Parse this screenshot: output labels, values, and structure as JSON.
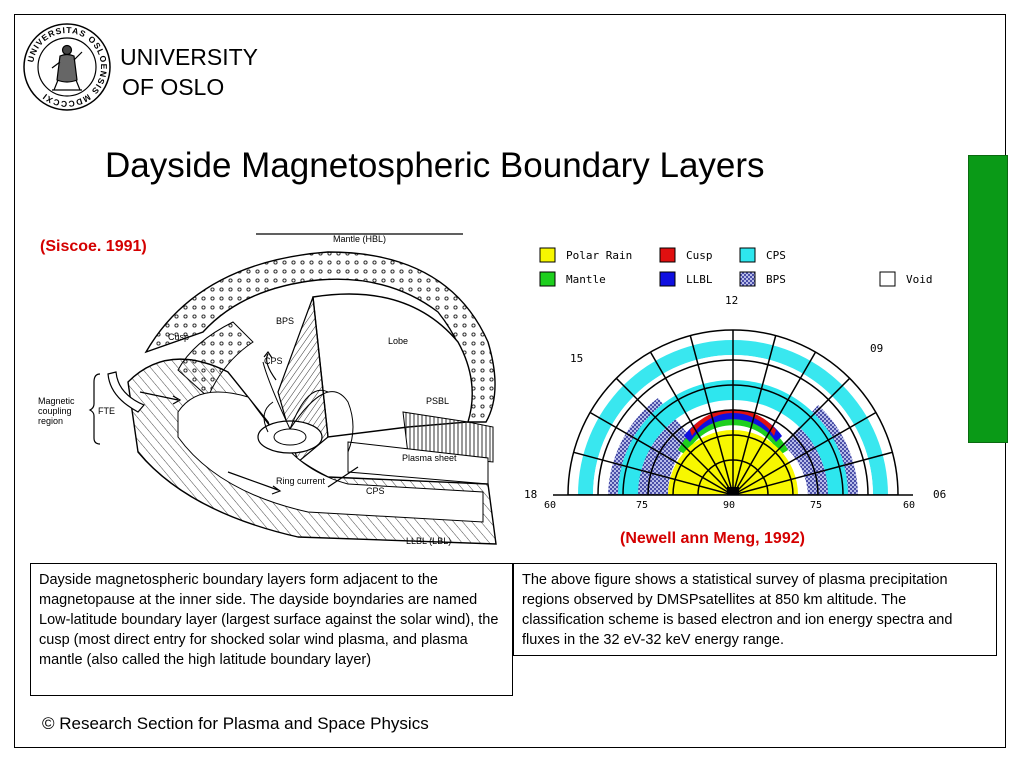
{
  "header": {
    "logo_ring_text": "UNIVERSITAS OSLOENSIS MDCCCXI",
    "university_line1": "UNIVERSITY",
    "university_line2": "OF OSLO"
  },
  "title": "Dayside Magnetospheric Boundary Layers",
  "left_figure": {
    "citation": "(Siscoe. 1991)",
    "labels": {
      "mantle": "Mantle (HBL)",
      "cusp": "Cusp",
      "bps": "BPS",
      "cps_upper": "CPS",
      "lobe": "Lobe",
      "psbl": "PSBL",
      "magnetic_coupling_line1": "Magnetic",
      "magnetic_coupling_line2": "coupling",
      "magnetic_coupling_line3": "region",
      "fte": "FTE",
      "plasma_sheet": "Plasma sheet",
      "ring_current": "Ring current",
      "cps_lower": "CPS",
      "llbl": "LLBL (LBL)"
    }
  },
  "right_figure": {
    "citation": "(Newell ann Meng, 1992)",
    "legend": [
      {
        "label": "Polar Rain",
        "color": "#f7f700"
      },
      {
        "label": "Cusp",
        "color": "#e01010"
      },
      {
        "label": "CPS",
        "color": "#2ee6ee"
      },
      {
        "label": "Mantle",
        "color": "#1ecf1e"
      },
      {
        "label": "LLBL",
        "color": "#1010e0"
      },
      {
        "label": "BPS",
        "color": "#8a8fd0"
      },
      {
        "label": "Void",
        "color": "#ffffff"
      }
    ],
    "mlt_labels": {
      "top": "12",
      "upper_left": "15",
      "upper_right": "09",
      "left": "18",
      "right": "06"
    },
    "lat_labels": [
      "60",
      "75",
      "90",
      "75",
      "60"
    ]
  },
  "text_left": "Dayside magnetospheric boundary layers form adjacent to the magnetopause at the inner side. The dayside boyndaries are named Low-latitude boundary layer (largest surface against the solar wind), the cusp (most direct entry for shocked solar wind plasma, and plasma mantle (also called the high latitude boundary layer)",
  "text_right": "The above figure shows a statistical survey of plasma precipitation regions observed by DMSPsatellites at 850 km altitude. The classification scheme is based electron and ion energy spectra and fluxes in the 32 eV-32 keV energy range.",
  "footer": "© Research Section for Plasma and Space Physics",
  "colors": {
    "accent_green": "#0a9a17",
    "citation_red": "#d40000"
  }
}
